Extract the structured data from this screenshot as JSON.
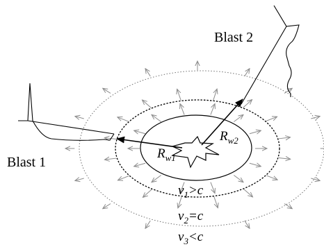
{
  "labels": {
    "blast1": "Blast 1",
    "blast2": "Blast 2",
    "rw1": {
      "main": "R",
      "sub": "w1"
    },
    "rw2": {
      "main": "R",
      "sub": "w2"
    },
    "v1": {
      "main": "v",
      "sub": "1",
      "rel": ">c"
    },
    "v2": {
      "main": "v",
      "sub": "2",
      "rel": "=c"
    },
    "v3": {
      "main": "v",
      "sub": "3",
      "rel": "<c"
    }
  },
  "colors": {
    "stroke": "#000000",
    "arrow": "#8c8c8c",
    "dotted_ring": "#6f6f6f"
  },
  "icons": {
    "blast_source": "star-burst",
    "wave_direction": "outward-arrow"
  }
}
